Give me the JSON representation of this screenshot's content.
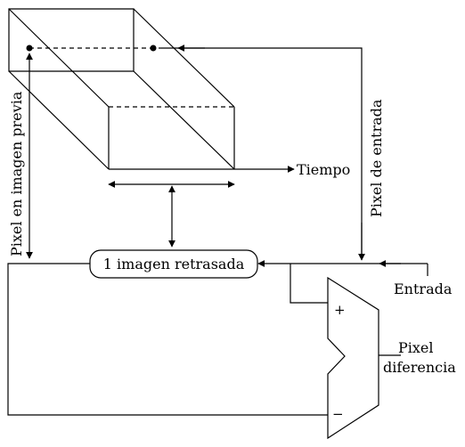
{
  "labels": {
    "time_axis": "Tiempo",
    "delay_box": "1 imagen retrasada",
    "input": "Entrada",
    "input_pixel": "Pixel de entrada",
    "previous_pixel": "Pixel en imagen previa",
    "difference_line1": "Pixel",
    "difference_line2": "diferencia",
    "plus_sign": "+",
    "minus_sign": "−"
  },
  "colors": {
    "stroke": "#000000",
    "background": "#ffffff"
  }
}
